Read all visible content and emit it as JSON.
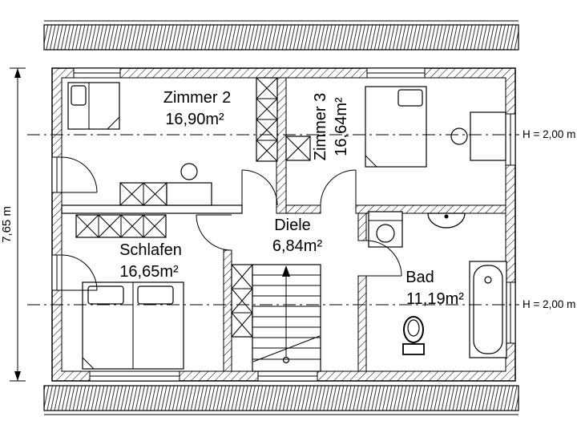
{
  "rooms": [
    {
      "name": "Zimmer 2",
      "area": "16,90m²"
    },
    {
      "name": "Zimmer 3",
      "area": "16,64m²"
    },
    {
      "name": "Schlafen",
      "area": "16,65m²"
    },
    {
      "name": "Diele",
      "area": "6,84m²"
    },
    {
      "name": "Bad",
      "area": "11,19m²"
    }
  ],
  "dimensions": {
    "overall_height": "7,65 m",
    "knee_wall_upper": "H = 2,00 m",
    "knee_wall_lower": "H = 2,00 m"
  },
  "colors": {
    "ink": "#000000",
    "background": "#ffffff"
  }
}
